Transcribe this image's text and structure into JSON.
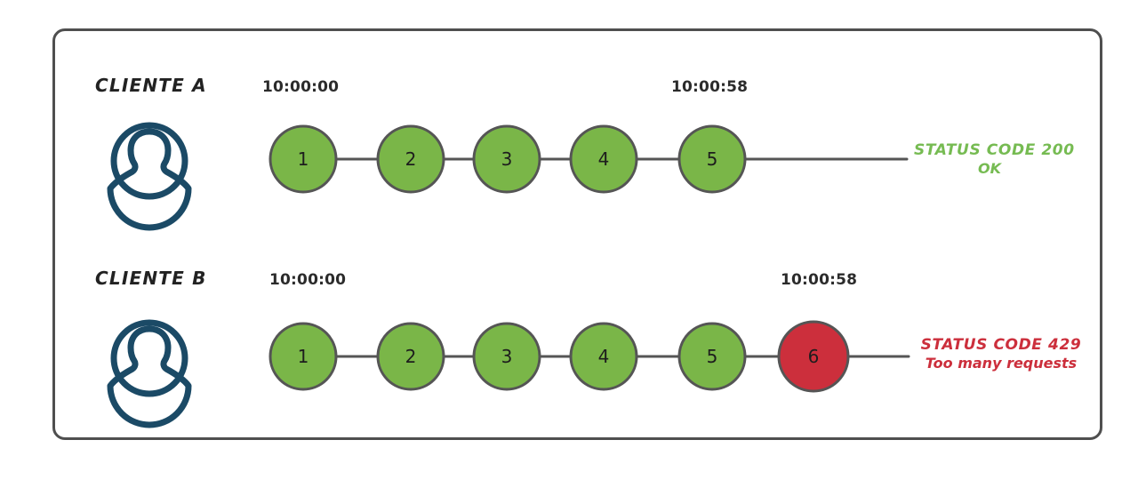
{
  "diagram": {
    "title": "",
    "colors": {
      "panel_border": "#4f4f4f",
      "node_green": "#7ab648",
      "node_red": "#cc2f3c",
      "node_stroke": "#555555",
      "connector": "#555555",
      "avatar": "#1b4a66",
      "status_ok": "#76bb52",
      "status_error": "#cc2f3c",
      "text": "#2b2b2b"
    },
    "rows": [
      {
        "id": "client-a",
        "label": "CLIENTE A",
        "avatar_icon": "user-circle-icon",
        "start_time": "10:00:00",
        "end_time": "10:00:58",
        "nodes": [
          {
            "label": "1",
            "state": "ok"
          },
          {
            "label": "2",
            "state": "ok"
          },
          {
            "label": "3",
            "state": "ok"
          },
          {
            "label": "4",
            "state": "ok"
          },
          {
            "label": "5",
            "state": "ok"
          }
        ],
        "status": {
          "code_line": "STATUS CODE 200",
          "message_line": "OK",
          "state": "ok"
        }
      },
      {
        "id": "client-b",
        "label": "CLIENTE B",
        "avatar_icon": "user-circle-icon",
        "start_time": "10:00:00",
        "end_time": "10:00:58",
        "nodes": [
          {
            "label": "1",
            "state": "ok"
          },
          {
            "label": "2",
            "state": "ok"
          },
          {
            "label": "3",
            "state": "ok"
          },
          {
            "label": "4",
            "state": "ok"
          },
          {
            "label": "5",
            "state": "ok"
          },
          {
            "label": "6",
            "state": "error"
          }
        ],
        "status": {
          "code_line": "STATUS CODE 429",
          "message_line": "Too many requests",
          "state": "error"
        }
      }
    ]
  }
}
